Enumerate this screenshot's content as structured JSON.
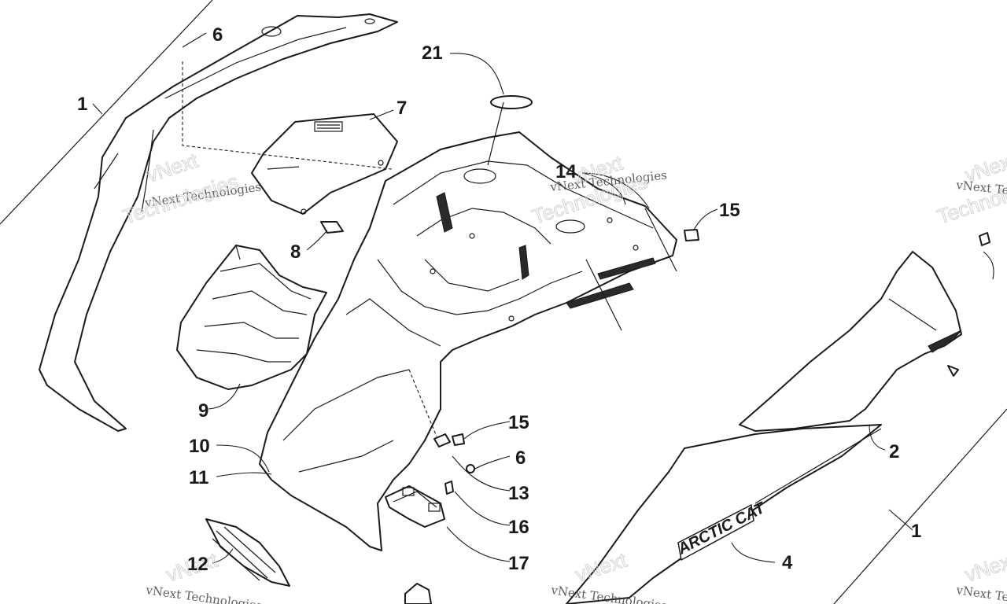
{
  "callouts": {
    "c1a": "1",
    "c1b": "1",
    "c2": "2",
    "c4": "4",
    "c6a": "6",
    "c6b": "6",
    "c7": "7",
    "c8": "8",
    "c9": "9",
    "c10": "10",
    "c11": "11",
    "c12": "12",
    "c13": "13",
    "c14": "14",
    "c15a": "15",
    "c15b": "15",
    "c16": "16",
    "c17": "17",
    "c21": "21"
  },
  "decal": {
    "brand": "ARCTIC CAT"
  },
  "watermark": {
    "line1": "vNext Technologies",
    "line2": "vNext",
    "line3": "Technologies"
  }
}
